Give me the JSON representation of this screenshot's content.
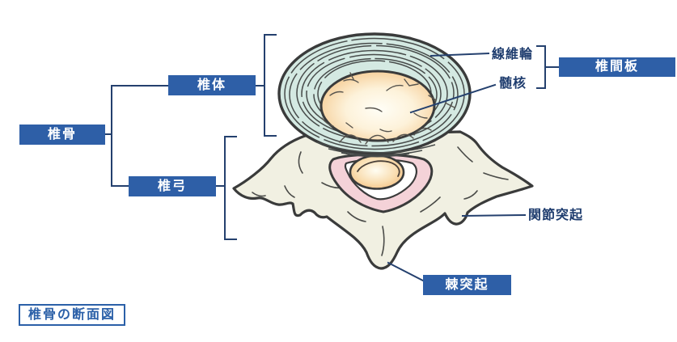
{
  "diagram": {
    "caption": "椎骨の断面図",
    "labels": {
      "vertebra": "椎骨",
      "vertebral_body": "椎体",
      "vertebral_arch": "椎弓",
      "intervertebral_disc": "椎間板",
      "annulus_fibrosus": "線維輪",
      "nucleus_pulposus": "髄核",
      "articular_process": "関節突起",
      "spinous_process": "棘突起"
    },
    "colors": {
      "label_box_blue": "#2e5fa7",
      "caption_blue": "#2b60a8",
      "line_navy": "#24406e",
      "disc_mint": "#d4e9e2",
      "bone_cream": "#f1f0e2",
      "canal_pink": "#f4d2d8",
      "nucleus_orange": "#efaa61",
      "outline_dark": "#3a3b3b"
    }
  }
}
